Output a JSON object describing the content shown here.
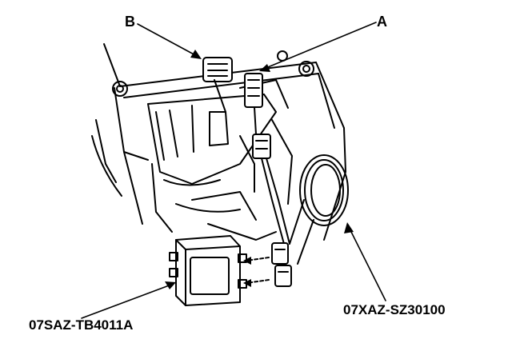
{
  "labels": {
    "a": "A",
    "b": "B",
    "left_tool": "07SAZ-TB4011A",
    "right_tool": "07XAZ-SZ30100"
  },
  "colors": {
    "line": "#000000",
    "background": "#ffffff"
  }
}
